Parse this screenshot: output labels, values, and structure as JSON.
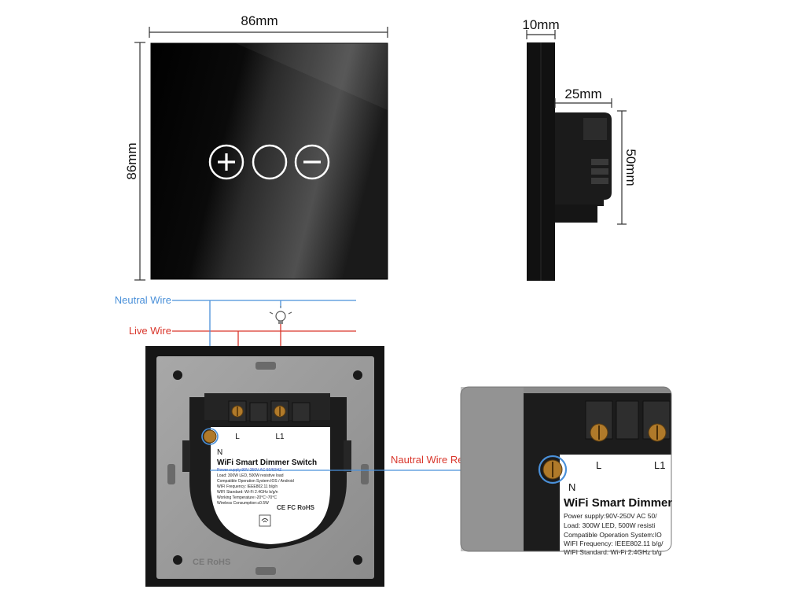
{
  "dimensions": {
    "front_width": "86mm",
    "front_height": "86mm",
    "side_depth": "10mm",
    "back_depth": "25mm",
    "back_height": "50mm"
  },
  "wiring": {
    "neutral_label": "Neutral Wire",
    "live_label": "Live Wire",
    "required_label": "Nautral Wire Required",
    "neutral_color": "#4a90d9",
    "live_color": "#d9362b"
  },
  "front_panel": {
    "buttons": [
      "plus-icon",
      "circle-icon",
      "minus-icon"
    ]
  },
  "terminals": {
    "n": "N",
    "l": "L",
    "l1": "L1"
  },
  "product_label": {
    "title": "WiFi Smart Dimmer Switch",
    "lines": [
      "Power supply:90V-250V AC  50/60HZ",
      "Load: 300W LED, 500W resistive load",
      "Compatible Operation System:IOS / Android",
      "WIFI Frequency: IEEE802.11 b/g/n",
      "WIFI Standard: Wi-Fi 2.4GHz b/g/n",
      "Working Temperature:-20°C~70°C",
      "Wireless Consumption:≤0.5W"
    ],
    "certs": "CE FC RoHS",
    "housing_cert": "CE RoHS"
  },
  "zoom": {
    "title": "WiFi Smart Dimmer",
    "lines": [
      "Power supply:90V-250V AC  50/",
      "Load: 300W LED, 500W resisti",
      "Compatible Operation System:IO",
      "WIFI Frequency: IEEE802.11 b/g/",
      "WIFI Standard: Wi-Fi 2.4GHz b/g"
    ]
  }
}
